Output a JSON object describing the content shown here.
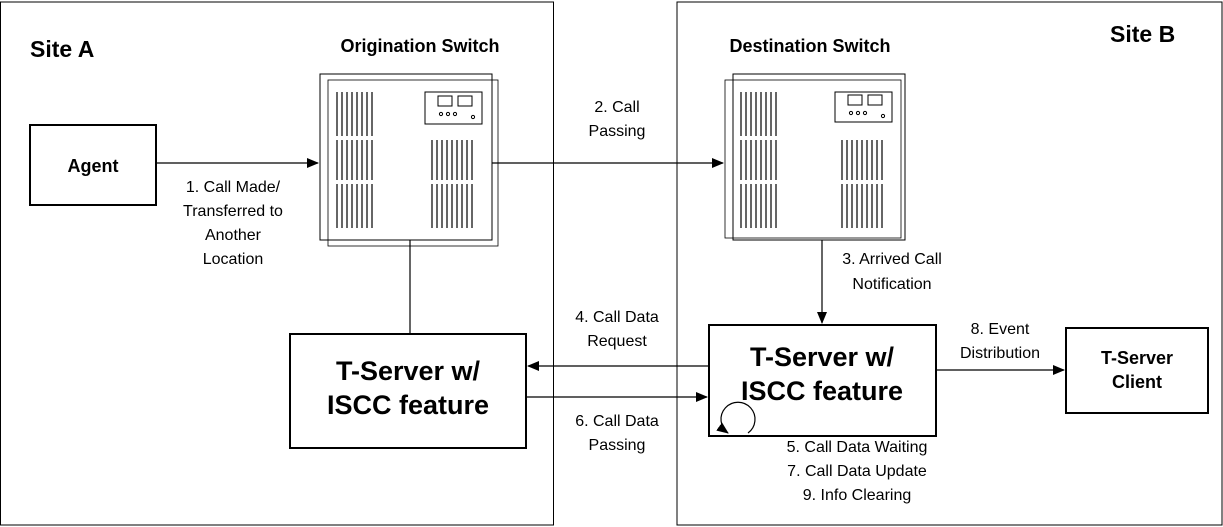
{
  "site_a": "Site A",
  "site_b": "Site B",
  "origination_switch": "Origination Switch",
  "destination_switch": "Destination Switch",
  "agent": "Agent",
  "tserver_a": [
    "T-Server w/",
    "ISCC feature"
  ],
  "tserver_b": [
    "T-Server w/",
    "ISCC feature"
  ],
  "tserver_client": [
    "T-Server",
    "Client"
  ],
  "step1": [
    "1. Call Made/",
    "Transferred to",
    "Another",
    "Location"
  ],
  "step2": [
    "2. Call",
    "Passing"
  ],
  "step3": [
    "3. Arrived Call",
    "Notification"
  ],
  "step4": [
    "4. Call Data",
    "Request"
  ],
  "step6": [
    "6. Call Data",
    "Passing"
  ],
  "step8": [
    "8. Event",
    "Distribution"
  ],
  "step_loop": [
    "5. Call Data Waiting",
    "7. Call Data Update",
    "9. Info Clearing"
  ]
}
